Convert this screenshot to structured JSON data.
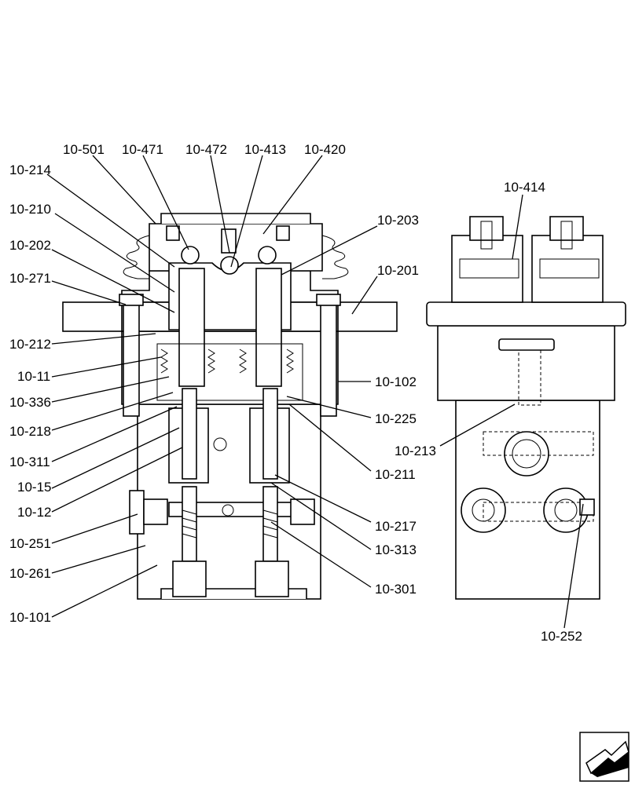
{
  "labels": {
    "l10_501": "10-501",
    "l10_471": "10-471",
    "l10_472": "10-472",
    "l10_413": "10-413",
    "l10_420": "10-420",
    "l10_214": "10-214",
    "l10_210": "10-210",
    "l10_202": "10-202",
    "l10_271": "10-271",
    "l10_212": "10-212",
    "l10_11": "10-11",
    "l10_336": "10-336",
    "l10_218": "10-218",
    "l10_311": "10-311",
    "l10_15": "10-15",
    "l10_12": "10-12",
    "l10_251": "10-251",
    "l10_261": "10-261",
    "l10_101": "10-101",
    "l10_203": "10-203",
    "l10_201": "10-201",
    "l10_102": "10-102",
    "l10_225": "10-225",
    "l10_211": "10-211",
    "l10_217": "10-217",
    "l10_313": "10-313",
    "l10_301": "10-301",
    "l10_414": "10-414",
    "l10_213": "10-213",
    "l10_252": "10-252"
  },
  "icons": {
    "nav": "next-page-arrow-icon"
  }
}
